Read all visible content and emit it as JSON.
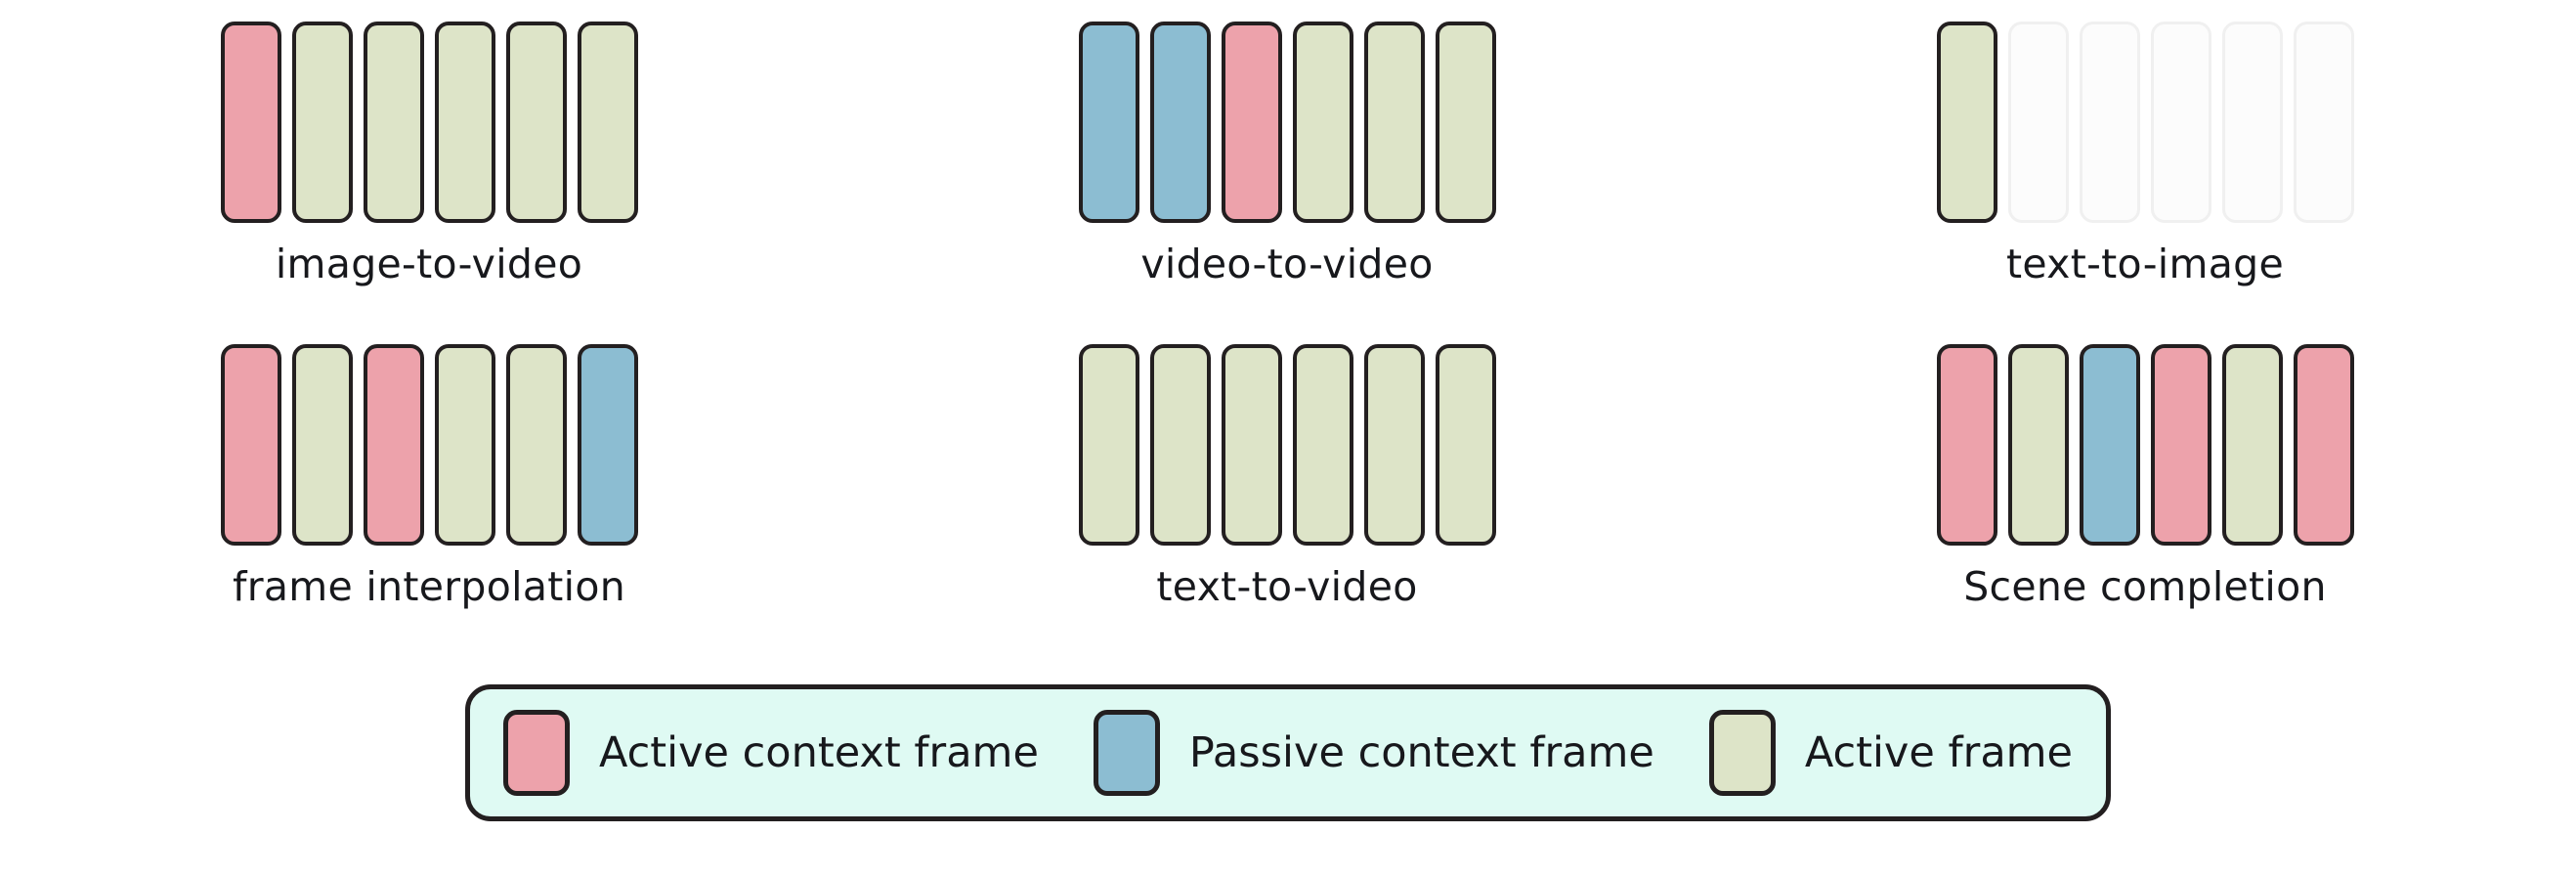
{
  "colors": {
    "active_context_frame": "#eda2ab",
    "passive_context_frame": "#8cbdd2",
    "active_frame": "#dde4c8",
    "ghost_frame": "#fcfcfc",
    "outline": "#231f20",
    "legend_background": "#dffaf3",
    "text": "#17181c",
    "page_background": "#ffffff"
  },
  "tasks": [
    {
      "id": "image-to-video",
      "label": "image-to-video",
      "frames": [
        "active-context",
        "active",
        "active",
        "active",
        "active",
        "active"
      ]
    },
    {
      "id": "video-to-video",
      "label": "video-to-video",
      "frames": [
        "passive-context",
        "passive-context",
        "active-context",
        "active",
        "active",
        "active"
      ]
    },
    {
      "id": "text-to-image",
      "label": "text-to-image",
      "frames": [
        "active",
        "ghost",
        "ghost",
        "ghost",
        "ghost",
        "ghost"
      ]
    },
    {
      "id": "frame-interpolation",
      "label": "frame interpolation",
      "frames": [
        "active-context",
        "active",
        "active-context",
        "active",
        "active",
        "passive-context"
      ]
    },
    {
      "id": "text-to-video",
      "label": "text-to-video",
      "frames": [
        "active",
        "active",
        "active",
        "active",
        "active",
        "active"
      ]
    },
    {
      "id": "scene-completion",
      "label": "Scene completion",
      "frames": [
        "active-context",
        "active",
        "passive-context",
        "active-context",
        "active",
        "active-context"
      ]
    }
  ],
  "legend": {
    "items": [
      {
        "id": "active-context-frame",
        "swatch": "active-context",
        "label": "Active context frame"
      },
      {
        "id": "passive-context-frame",
        "swatch": "passive-context",
        "label": "Passive context frame"
      },
      {
        "id": "active-frame",
        "swatch": "active",
        "label": "Active frame"
      }
    ]
  }
}
